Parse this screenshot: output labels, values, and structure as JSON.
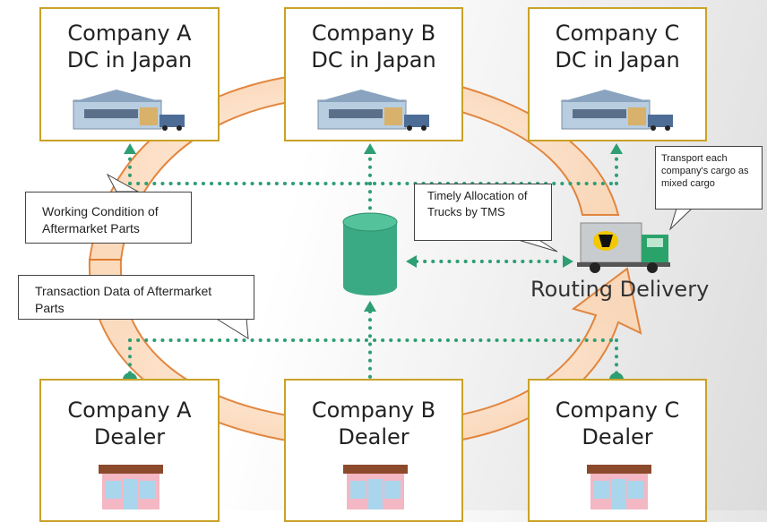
{
  "dcs": [
    {
      "name": "Company A",
      "sub": "DC in Japan"
    },
    {
      "name": "Company B",
      "sub": "DC in Japan"
    },
    {
      "name": "Company C",
      "sub": "DC in Japan"
    }
  ],
  "dealers": [
    {
      "name": "Company A",
      "sub": "Dealer"
    },
    {
      "name": "Company B",
      "sub": "Dealer"
    },
    {
      "name": "Company C",
      "sub": "Dealer"
    }
  ],
  "callouts": {
    "working_condition": "Working Condition of Aftermarket Parts",
    "transaction_data": "Transaction Data of Aftermarket Parts",
    "timely_allocation": "Timely Allocation of Trucks by TMS",
    "transport_note": "Transport each company's cargo as mixed cargo"
  },
  "routing_label": "Routing Delivery",
  "colors": {
    "box_border": "#c9a227",
    "dot_line": "#2e9e73",
    "database": "#3aaa85",
    "ring_fill": "#fde1c8",
    "ring_stroke": "#e07a2c"
  }
}
